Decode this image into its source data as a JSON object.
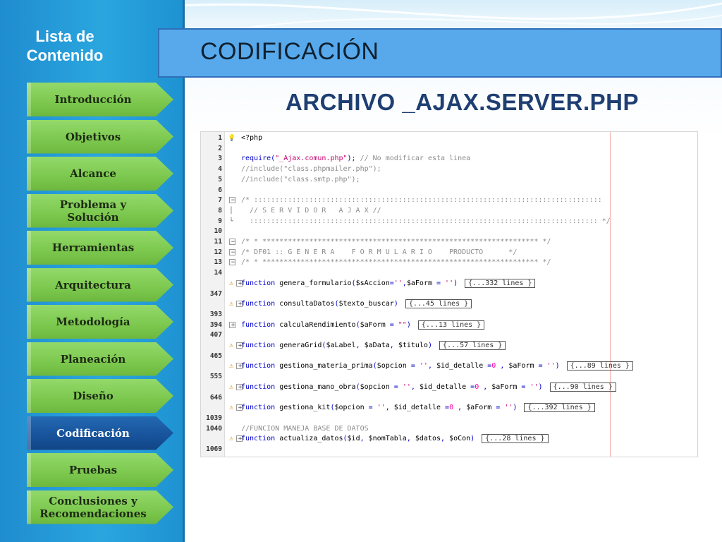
{
  "sidebar": {
    "title": "Lista  de\nContenido",
    "items": [
      {
        "label": "Introducción",
        "active": false
      },
      {
        "label": "Objetivos",
        "active": false
      },
      {
        "label": "Alcance",
        "active": false
      },
      {
        "label": "Problema y Solución",
        "active": false
      },
      {
        "label": "Herramientas",
        "active": false
      },
      {
        "label": "Arquitectura",
        "active": false
      },
      {
        "label": "Metodología",
        "active": false
      },
      {
        "label": "Planeación",
        "active": false
      },
      {
        "label": "Diseño",
        "active": false
      },
      {
        "label": "Codificación",
        "active": true
      },
      {
        "label": "Pruebas",
        "active": false
      },
      {
        "label": "Conclusiones y Recomendaciones",
        "active": false
      }
    ]
  },
  "header": {
    "title": "CODIFICACIÓN"
  },
  "main": {
    "subtitle": "ARCHIVO _AJAX.SERVER.PHP"
  },
  "code_editor": {
    "lines": [
      {
        "num": "1",
        "marker": "bulb",
        "tokens": [
          {
            "t": "<?php",
            "c": "f"
          }
        ]
      },
      {
        "num": "2",
        "tokens": []
      },
      {
        "num": "3",
        "tokens": [
          {
            "t": "require(",
            "c": "k"
          },
          {
            "t": "\"_Ajax.comun.php\"",
            "c": "s"
          },
          {
            "t": "); ",
            "c": "k"
          },
          {
            "t": "// No modificar esta linea",
            "c": "c"
          }
        ]
      },
      {
        "num": "4",
        "tokens": [
          {
            "t": "//include(\"class.phpmailer.php\");",
            "c": "c"
          }
        ]
      },
      {
        "num": "5",
        "tokens": [
          {
            "t": "//include(\"class.smtp.php\");",
            "c": "c"
          }
        ]
      },
      {
        "num": "6",
        "tokens": []
      },
      {
        "num": "7",
        "marker": "minus",
        "tokens": [
          {
            "t": "/* ::::::::::::::::::::::::::::::::::::::::::::::::::::::::::::::::::::::::::::::::::",
            "c": "c"
          }
        ]
      },
      {
        "num": "8",
        "marker": "bar",
        "tokens": [
          {
            "t": "  // S E R V I D O R   A J A X //",
            "c": "c"
          }
        ]
      },
      {
        "num": "9",
        "marker": "end",
        "tokens": [
          {
            "t": "  :::::::::::::::::::::::::::::::::::::::::::::::::::::::::::::::::::::::::::::::::: */",
            "c": "c"
          }
        ]
      },
      {
        "num": "10",
        "tokens": []
      },
      {
        "num": "11",
        "marker": "minus",
        "tokens": [
          {
            "t": "/* * ***************************************************************** */",
            "c": "c"
          }
        ]
      },
      {
        "num": "12",
        "marker": "minus",
        "tokens": [
          {
            "t": "/* DF01 :: G E N E R A    F O R M U L A R I O    PRODUCTO      */",
            "c": "c"
          }
        ]
      },
      {
        "num": "13",
        "marker": "minus",
        "tokens": [
          {
            "t": "/* * ***************************************************************** */",
            "c": "c"
          }
        ]
      },
      {
        "num": "14",
        "tokens": []
      },
      {
        "num": "",
        "marker": "warn",
        "fold": "plus",
        "tokens": [
          {
            "t": "function ",
            "c": "k"
          },
          {
            "t": "genera_formulario",
            "c": "f"
          },
          {
            "t": "(",
            "c": "k"
          },
          {
            "t": "$sAccion",
            "c": "v"
          },
          {
            "t": "=",
            "c": "k"
          },
          {
            "t": "''",
            "c": "s"
          },
          {
            "t": ",",
            "c": "k"
          },
          {
            "t": "$aForm",
            "c": "v"
          },
          {
            "t": " = ",
            "c": "k"
          },
          {
            "t": "''",
            "c": "s"
          },
          {
            "t": ")",
            "c": "k"
          }
        ],
        "folded": "{...332 lines }"
      },
      {
        "num": "347",
        "tokens": []
      },
      {
        "num": "",
        "marker": "warn",
        "fold": "plus",
        "tokens": [
          {
            "t": "function ",
            "c": "k"
          },
          {
            "t": "consultaDatos",
            "c": "f"
          },
          {
            "t": "(",
            "c": "k"
          },
          {
            "t": "$texto_buscar",
            "c": "v"
          },
          {
            "t": ")",
            "c": "k"
          }
        ],
        "folded": "{...45 lines }"
      },
      {
        "num": "393",
        "tokens": []
      },
      {
        "num": "394",
        "fold": "plus",
        "tokens": [
          {
            "t": "function ",
            "c": "k"
          },
          {
            "t": "calculaRendimiento",
            "c": "f"
          },
          {
            "t": "(",
            "c": "k"
          },
          {
            "t": "$aForm",
            "c": "v"
          },
          {
            "t": " = ",
            "c": "k"
          },
          {
            "t": "\"\"",
            "c": "s"
          },
          {
            "t": ")",
            "c": "k"
          }
        ],
        "folded": "{...13 lines }"
      },
      {
        "num": "407",
        "tokens": []
      },
      {
        "num": "",
        "marker": "warn",
        "fold": "plus",
        "tokens": [
          {
            "t": "function ",
            "c": "k"
          },
          {
            "t": "generaGrid",
            "c": "f"
          },
          {
            "t": "(",
            "c": "k"
          },
          {
            "t": "$aLabel",
            "c": "v"
          },
          {
            "t": ", ",
            "c": "k"
          },
          {
            "t": "$aData",
            "c": "v"
          },
          {
            "t": ", ",
            "c": "k"
          },
          {
            "t": "$titulo",
            "c": "v"
          },
          {
            "t": ")",
            "c": "k"
          }
        ],
        "folded": "{...57 lines }"
      },
      {
        "num": "465",
        "tokens": []
      },
      {
        "num": "",
        "marker": "warn",
        "fold": "plus",
        "tokens": [
          {
            "t": "function ",
            "c": "k"
          },
          {
            "t": "gestiona_materia_prima",
            "c": "f"
          },
          {
            "t": "(",
            "c": "k"
          },
          {
            "t": "$opcion",
            "c": "v"
          },
          {
            "t": " = ",
            "c": "k"
          },
          {
            "t": "''",
            "c": "s"
          },
          {
            "t": ", ",
            "c": "k"
          },
          {
            "t": "$id_detalle",
            "c": "v"
          },
          {
            "t": " =",
            "c": "k"
          },
          {
            "t": "0",
            "c": "n"
          },
          {
            "t": " , ",
            "c": "k"
          },
          {
            "t": "$aForm",
            "c": "v"
          },
          {
            "t": " = ",
            "c": "k"
          },
          {
            "t": "''",
            "c": "s"
          },
          {
            "t": ")",
            "c": "k"
          }
        ],
        "folded": "{...89 lines }"
      },
      {
        "num": "555",
        "tokens": []
      },
      {
        "num": "",
        "marker": "warn",
        "fold": "plus",
        "tokens": [
          {
            "t": "function ",
            "c": "k"
          },
          {
            "t": "gestiona_mano_obra",
            "c": "f"
          },
          {
            "t": "(",
            "c": "k"
          },
          {
            "t": "$opcion",
            "c": "v"
          },
          {
            "t": " = ",
            "c": "k"
          },
          {
            "t": "''",
            "c": "s"
          },
          {
            "t": ", ",
            "c": "k"
          },
          {
            "t": "$id_detalle",
            "c": "v"
          },
          {
            "t": " =",
            "c": "k"
          },
          {
            "t": "0",
            "c": "n"
          },
          {
            "t": " , ",
            "c": "k"
          },
          {
            "t": "$aForm",
            "c": "v"
          },
          {
            "t": " = ",
            "c": "k"
          },
          {
            "t": "''",
            "c": "s"
          },
          {
            "t": ")",
            "c": "k"
          }
        ],
        "folded": "{...90 lines }"
      },
      {
        "num": "646",
        "tokens": []
      },
      {
        "num": "",
        "marker": "warn",
        "fold": "plus",
        "tokens": [
          {
            "t": "function ",
            "c": "k"
          },
          {
            "t": "gestiona_kit",
            "c": "f"
          },
          {
            "t": "(",
            "c": "k"
          },
          {
            "t": "$opcion",
            "c": "v"
          },
          {
            "t": " = ",
            "c": "k"
          },
          {
            "t": "''",
            "c": "s"
          },
          {
            "t": ", ",
            "c": "k"
          },
          {
            "t": "$id_detalle",
            "c": "v"
          },
          {
            "t": " =",
            "c": "k"
          },
          {
            "t": "0",
            "c": "n"
          },
          {
            "t": " , ",
            "c": "k"
          },
          {
            "t": "$aForm",
            "c": "v"
          },
          {
            "t": " = ",
            "c": "k"
          },
          {
            "t": "''",
            "c": "s"
          },
          {
            "t": ")",
            "c": "k"
          }
        ],
        "folded": "{...392 lines }"
      },
      {
        "num": "1039",
        "tokens": []
      },
      {
        "num": "1040",
        "tokens": [
          {
            "t": "//FUNCION MANEJA BASE DE DATOS",
            "c": "c"
          }
        ]
      },
      {
        "num": "",
        "marker": "warn",
        "fold": "plus",
        "tokens": [
          {
            "t": "function ",
            "c": "k"
          },
          {
            "t": "actualiza_datos",
            "c": "f"
          },
          {
            "t": "(",
            "c": "k"
          },
          {
            "t": "$id",
            "c": "v"
          },
          {
            "t": ", ",
            "c": "k"
          },
          {
            "t": "$nomTabla",
            "c": "v"
          },
          {
            "t": ", ",
            "c": "k"
          },
          {
            "t": "$datos",
            "c": "v"
          },
          {
            "t": ", ",
            "c": "k"
          },
          {
            "t": "$oCon",
            "c": "v"
          },
          {
            "t": ")",
            "c": "k"
          }
        ],
        "folded": "{...28 lines }"
      },
      {
        "num": "1069",
        "tokens": []
      }
    ]
  }
}
